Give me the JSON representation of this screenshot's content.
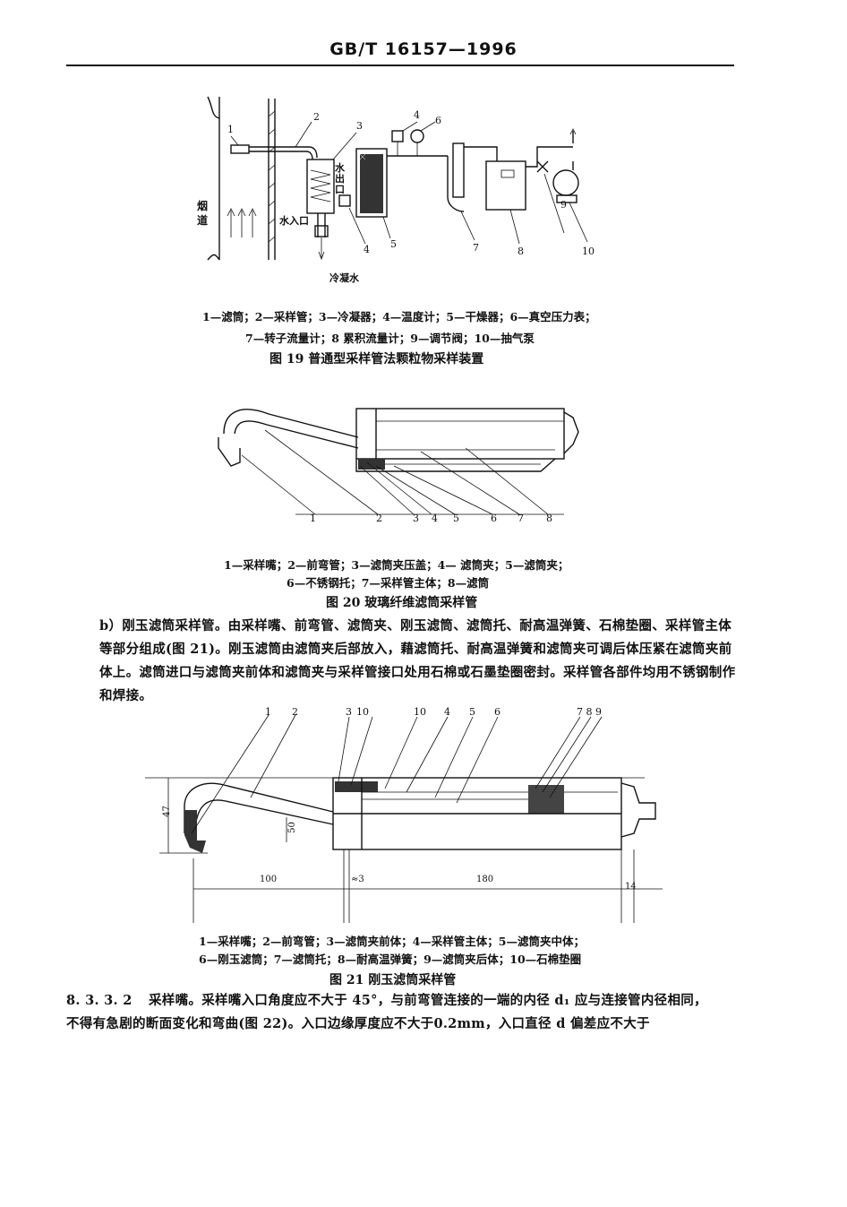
{
  "header": {
    "standard_code": "GB/T 16157—1996"
  },
  "fig19": {
    "labels": {
      "n1": "1",
      "n2": "2",
      "n3": "3",
      "n4a": "4",
      "n4b": "4",
      "n5": "5",
      "n6": "6",
      "n7": "7",
      "n8": "8",
      "n9": "9",
      "n10": "10",
      "flue": "烟道",
      "water_out": "水出口",
      "water_in": "水入口",
      "condensate": "冷凝水"
    },
    "legend_line1": "1—滤筒；2—采样管；3—冷凝器；4—温度计；5—干燥器；6—真空压力表；",
    "legend_line2": "7—转子流量计；8  累积流量计；9—调节阀；10—抽气泵",
    "caption": "图 19  普通型采样管法颗粒物采样装置"
  },
  "fig20": {
    "labels": {
      "n1": "1",
      "n2": "2",
      "n3": "3",
      "n4": "4",
      "n5": "5",
      "n6": "6",
      "n7": "7",
      "n8": "8"
    },
    "legend_line1": "1—采样嘴；2—前弯管；3—滤筒夹压盖；4—  滤筒夹；5—滤筒夹；",
    "legend_line2": "6—不锈钢托；7—采样管主体；8—滤筒",
    "caption": "图 20  玻璃纤维滤筒采样管"
  },
  "paragraph_b": "b）刚玉滤筒采样管。由采样嘴、前弯管、滤筒夹、刚玉滤筒、滤筒托、耐高温弹簧、石棉垫圈、采样管主体等部分组成(图 21)。刚玉滤筒由滤筒夹后部放入，藉滤筒托、耐高温弹簧和滤筒夹可调后体压紧在滤筒夹前体上。滤筒进口与滤筒夹前体和滤筒夹与采样管接口处用石棉或石墨垫圈密封。采样管各部件均用不锈钢制作和焊接。",
  "fig21": {
    "labels": {
      "n1": "1",
      "n2": "2",
      "n3": "3",
      "n10a": "10",
      "n10b": "10",
      "n4": "4",
      "n5": "5",
      "n6": "6",
      "n789": "7 8 9"
    },
    "dims": {
      "d47": "47",
      "d50": "50",
      "d100": "100",
      "d3": "≈3",
      "d180": "180",
      "d14": "14"
    },
    "legend_line1": "1—采样嘴；2—前弯管；3—滤筒夹前体；4—采样管主体；5—滤筒夹中体；",
    "legend_line2": "6—刚玉滤筒；7—滤筒托；8—耐高温弹簧；9—滤筒夹后体；10—石棉垫圈",
    "caption": "图 21  刚玉滤筒采样管"
  },
  "section": {
    "number": "8. 3. 3. 2",
    "line1": "采样嘴。采样嘴入口角度应不大于 45°，与前弯管连接的一端的内径 d₁ 应与连接管内径相同，",
    "line2": "不得有急剧的断面变化和弯曲(图 22)。入口边缘厚度应不大于0.2mm，入口直径 d 偏差应不大于"
  }
}
